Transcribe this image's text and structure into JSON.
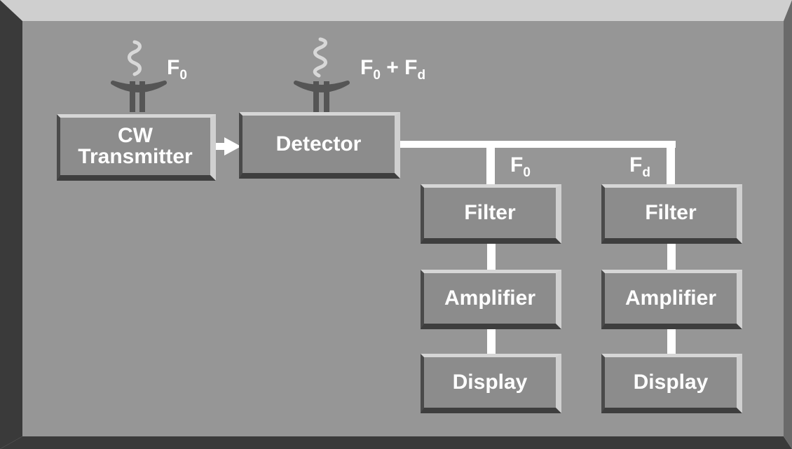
{
  "diagram": {
    "blocks": {
      "transmitter": "CW\nTransmitter",
      "detector": "Detector",
      "filter_left": "Filter",
      "amplifier_left": "Amplifier",
      "display_left": "Display",
      "filter_right": "Filter",
      "amplifier_right": "Amplifier",
      "display_right": "Display"
    },
    "labels": {
      "transmit_freq": {
        "main": "F",
        "sub": "0"
      },
      "receive_freq": {
        "main1": "F",
        "sub1": "0",
        "op": " + ",
        "main2": "F",
        "sub2": "d"
      },
      "branch_left": {
        "main": "F",
        "sub": "0"
      },
      "branch_right": {
        "main": "F",
        "sub": "d"
      }
    },
    "colors": {
      "background": "#969696",
      "box_fill": "#8c8c8c",
      "connector": "#ffffff",
      "antenna": "#555555",
      "wave": "#d8d8d8"
    }
  }
}
